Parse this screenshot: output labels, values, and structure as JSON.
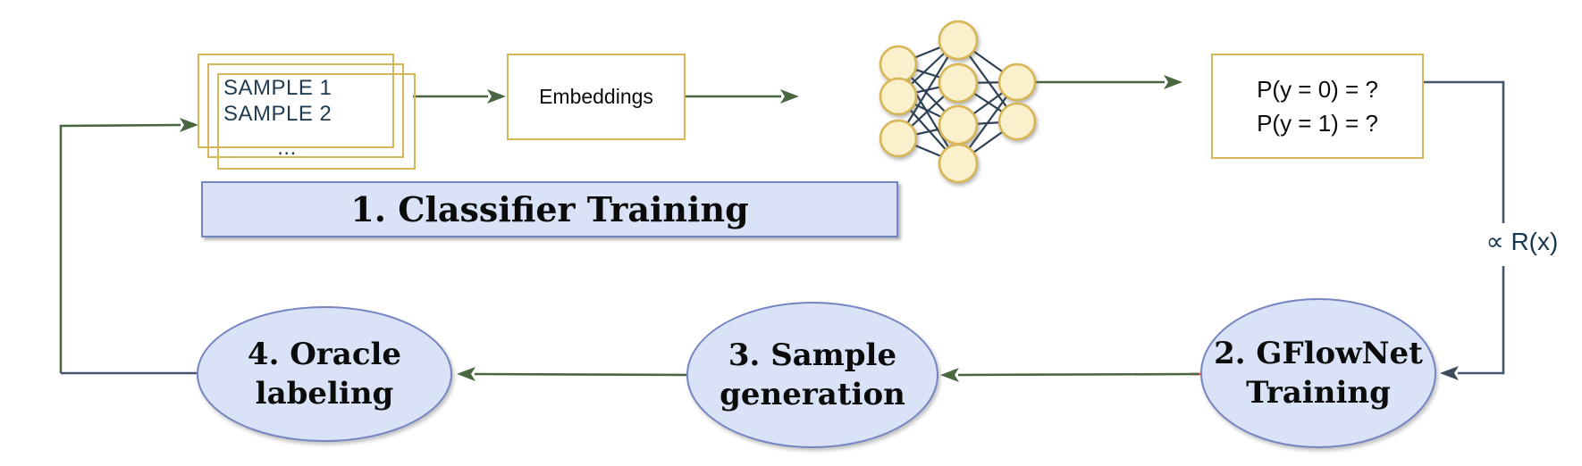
{
  "diagram": {
    "sample_stack": {
      "line1": "SAMPLE 1",
      "line2": "SAMPLE 2",
      "line3": "..."
    },
    "embeddings_box": {
      "label": "Embeddings"
    },
    "classifier_banner": {
      "label": "1. Classifier Training"
    },
    "output_box": {
      "line1": "P(y = 0) = ?",
      "line2": "P(y = 1) = ?"
    },
    "proportional_label": "∝ R(x)",
    "steps": [
      {
        "line1": "2. GFlowNet",
        "line2": "Training"
      },
      {
        "line1": "3. Sample",
        "line2": "generation"
      },
      {
        "line1": "4. Oracle",
        "line2": "labeling"
      }
    ],
    "colors": {
      "box_border_yellow": "#D6B656",
      "network_node_fill": "#FAF0CC",
      "blue_fill": "#D9E2F6",
      "blue_border": "#7585C1",
      "arrow_green": "#4A6741",
      "connector_slate": "#45566A",
      "network_line_navy": "#2F4154",
      "sample_text": "#1F3C52",
      "proportional_text": "#16374E",
      "red_endpoint": "#E03C3C"
    }
  }
}
